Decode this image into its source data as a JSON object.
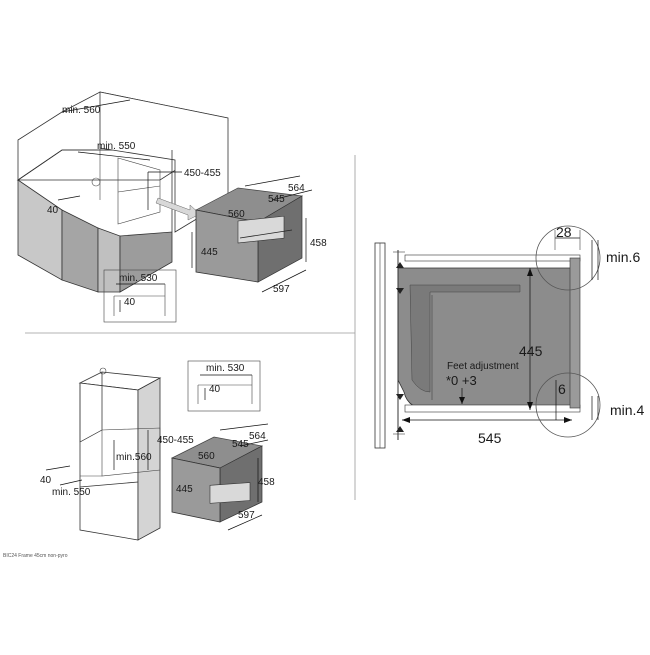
{
  "top_left": {
    "dims": {
      "min560": "min. 560",
      "min550": "min. 550",
      "h450_455": "450-455",
      "d40": "40",
      "min530": "min. 530",
      "inset40": "40",
      "oven_w": "560",
      "oven_d1": "545",
      "oven_d2": "564",
      "oven_h1": "445",
      "oven_h2": "458",
      "oven_w2": "597"
    }
  },
  "bottom_left": {
    "dims": {
      "min530": "min. 530",
      "inset40": "40",
      "h450_455": "450-455",
      "min560": "min.560",
      "d40": "40",
      "min550": "min. 550",
      "oven_w": "560",
      "oven_d1": "545",
      "oven_d2": "564",
      "oven_h1": "445",
      "oven_h2": "458",
      "oven_w2": "597"
    },
    "caption": "BIC24 Frame 45cm non-pyro"
  },
  "right": {
    "dims": {
      "top28": "28",
      "min6": "min.6",
      "h445": "445",
      "feet_label": "Feet adjustment",
      "feet_value": "*0 +3",
      "d6": "6",
      "min4": "min.4",
      "w545": "545"
    }
  },
  "colors": {
    "oven_fill": "#8e8e8e",
    "oven_dark": "#6f6f6f",
    "line": "#222222",
    "divider": "#9a9a9a"
  }
}
